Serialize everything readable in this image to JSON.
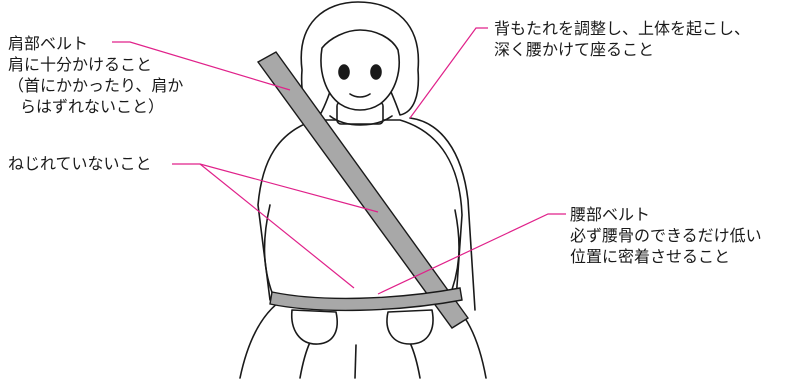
{
  "colors": {
    "leader_line": "#e0218a",
    "belt_fill": "#a8a8a8",
    "outline": "#1a1a1a",
    "background": "#ffffff"
  },
  "labels": {
    "shoulder": {
      "line1": "肩部ベルト",
      "line2": "肩に十分かけること",
      "line3": "（首にかかったり、肩か",
      "line4": "らはずれないこと）"
    },
    "twist": {
      "line1": "ねじれていないこと"
    },
    "seat": {
      "line1": "背もたれを調整し、上体を起こし、",
      "line2": "深く腰かけて座ること"
    },
    "lap": {
      "line1": "腰部ベルト",
      "line2": "必ず腰骨のできるだけ低い",
      "line3": "位置に密着させること"
    }
  }
}
